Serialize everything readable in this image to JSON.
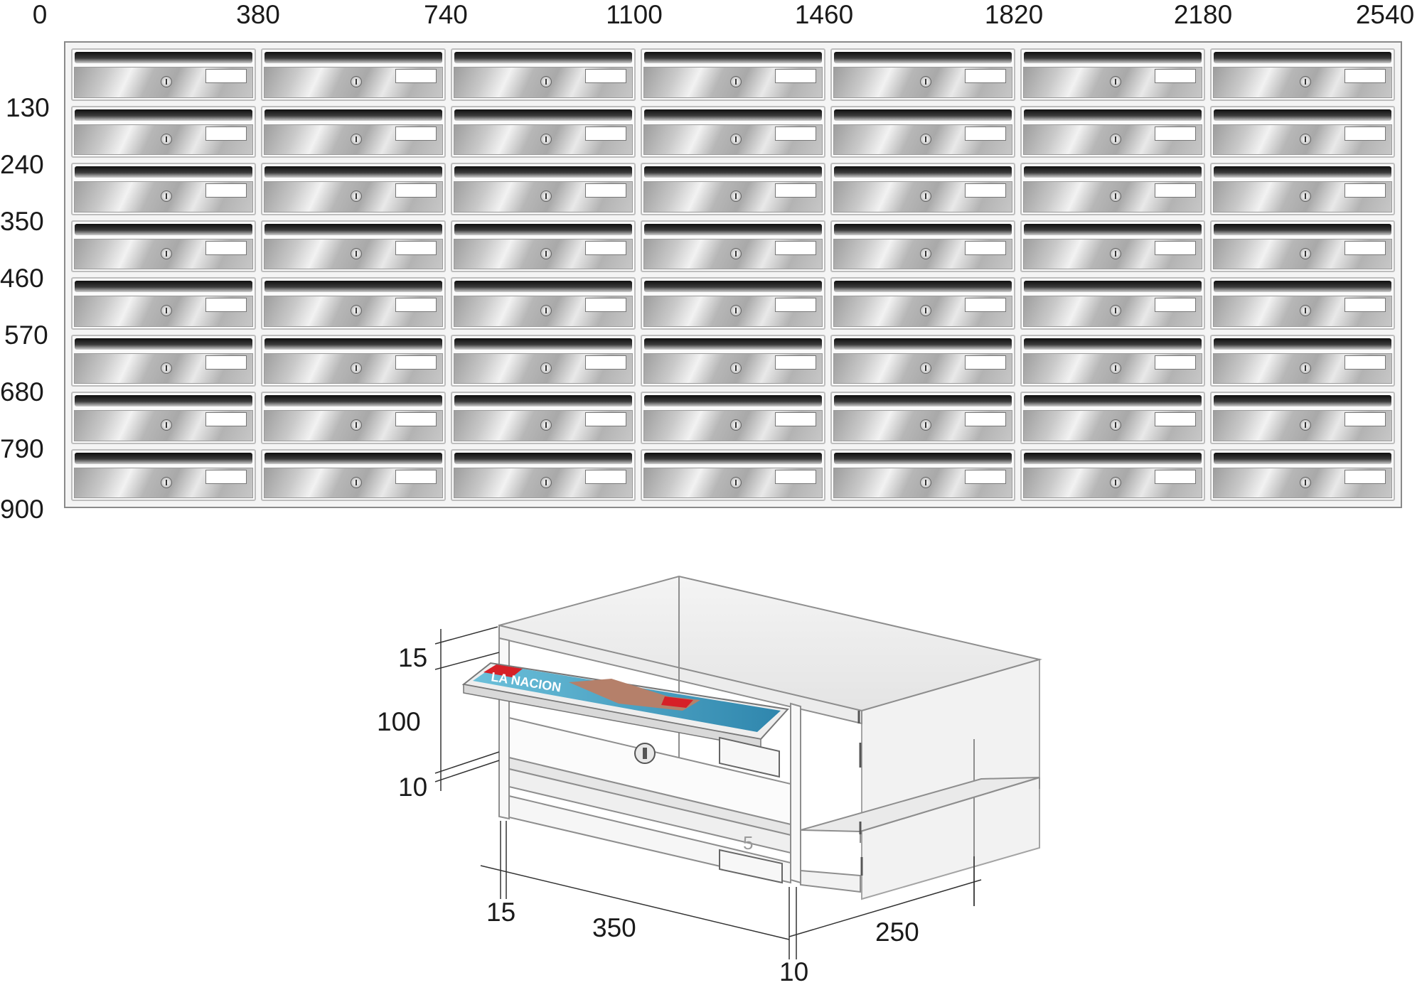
{
  "top_scale": [
    "0",
    "380",
    "740",
    "1100",
    "1460",
    "1820",
    "2180",
    "2540"
  ],
  "side_scale": [
    "130",
    "240",
    "350",
    "460",
    "570",
    "680",
    "790",
    "900"
  ],
  "grid": {
    "columns": 7,
    "rows": 8
  },
  "detail": {
    "dims": {
      "frame_top": "15",
      "door_height": "100",
      "divider": "10",
      "side_wall": "15",
      "width": "350",
      "partition": "10",
      "depth": "250"
    },
    "magazine_title": "LA NACION",
    "box_number": "5"
  },
  "colors": {
    "frame": "#8a8a8a",
    "steel_light": "#f2f2f2",
    "steel_dark": "#9d9d9d",
    "slot": "#0e0e0e",
    "magazine_red": "#d62027",
    "water": "#4fa9c9"
  }
}
